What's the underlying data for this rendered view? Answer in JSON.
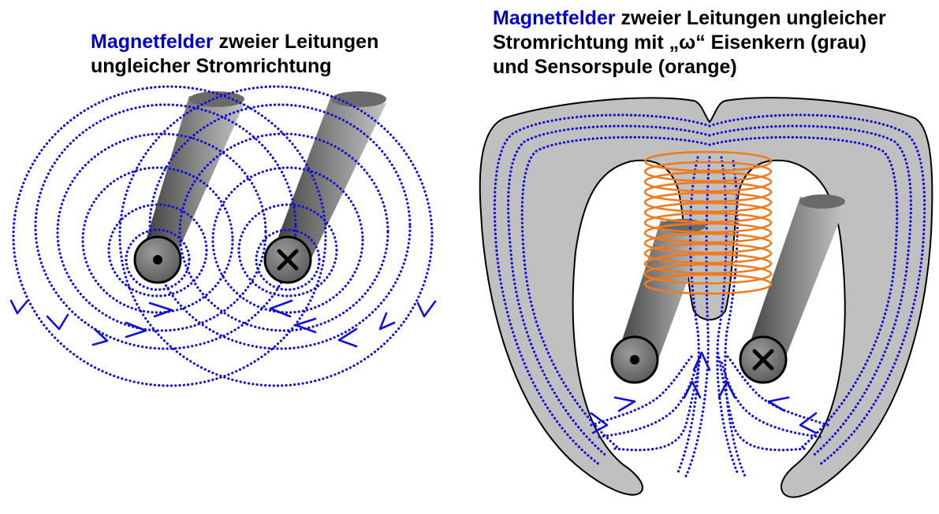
{
  "left_panel": {
    "title_highlight": "Magnetfelder",
    "title_line1_rest": " zweier Leitungen",
    "title_line2": "ungleicher Stromrichtung"
  },
  "right_panel": {
    "title_highlight": "Magnetfelder",
    "title_line1_rest": " zweier Leitungen ungleicher",
    "title_line2": "Stromrichtung mit „ω“ Eisenkern (grau)",
    "title_line3": "und Sensorspule (orange)"
  },
  "colors": {
    "field_lines": "#1010d8",
    "title_highlight": "#0000cc",
    "iron_core": "#c0c0c0",
    "sensor_coil": "#f07a1e",
    "conductor": "#7a7a7a"
  },
  "symbols": {
    "current_out": "dot",
    "current_in": "cross"
  }
}
